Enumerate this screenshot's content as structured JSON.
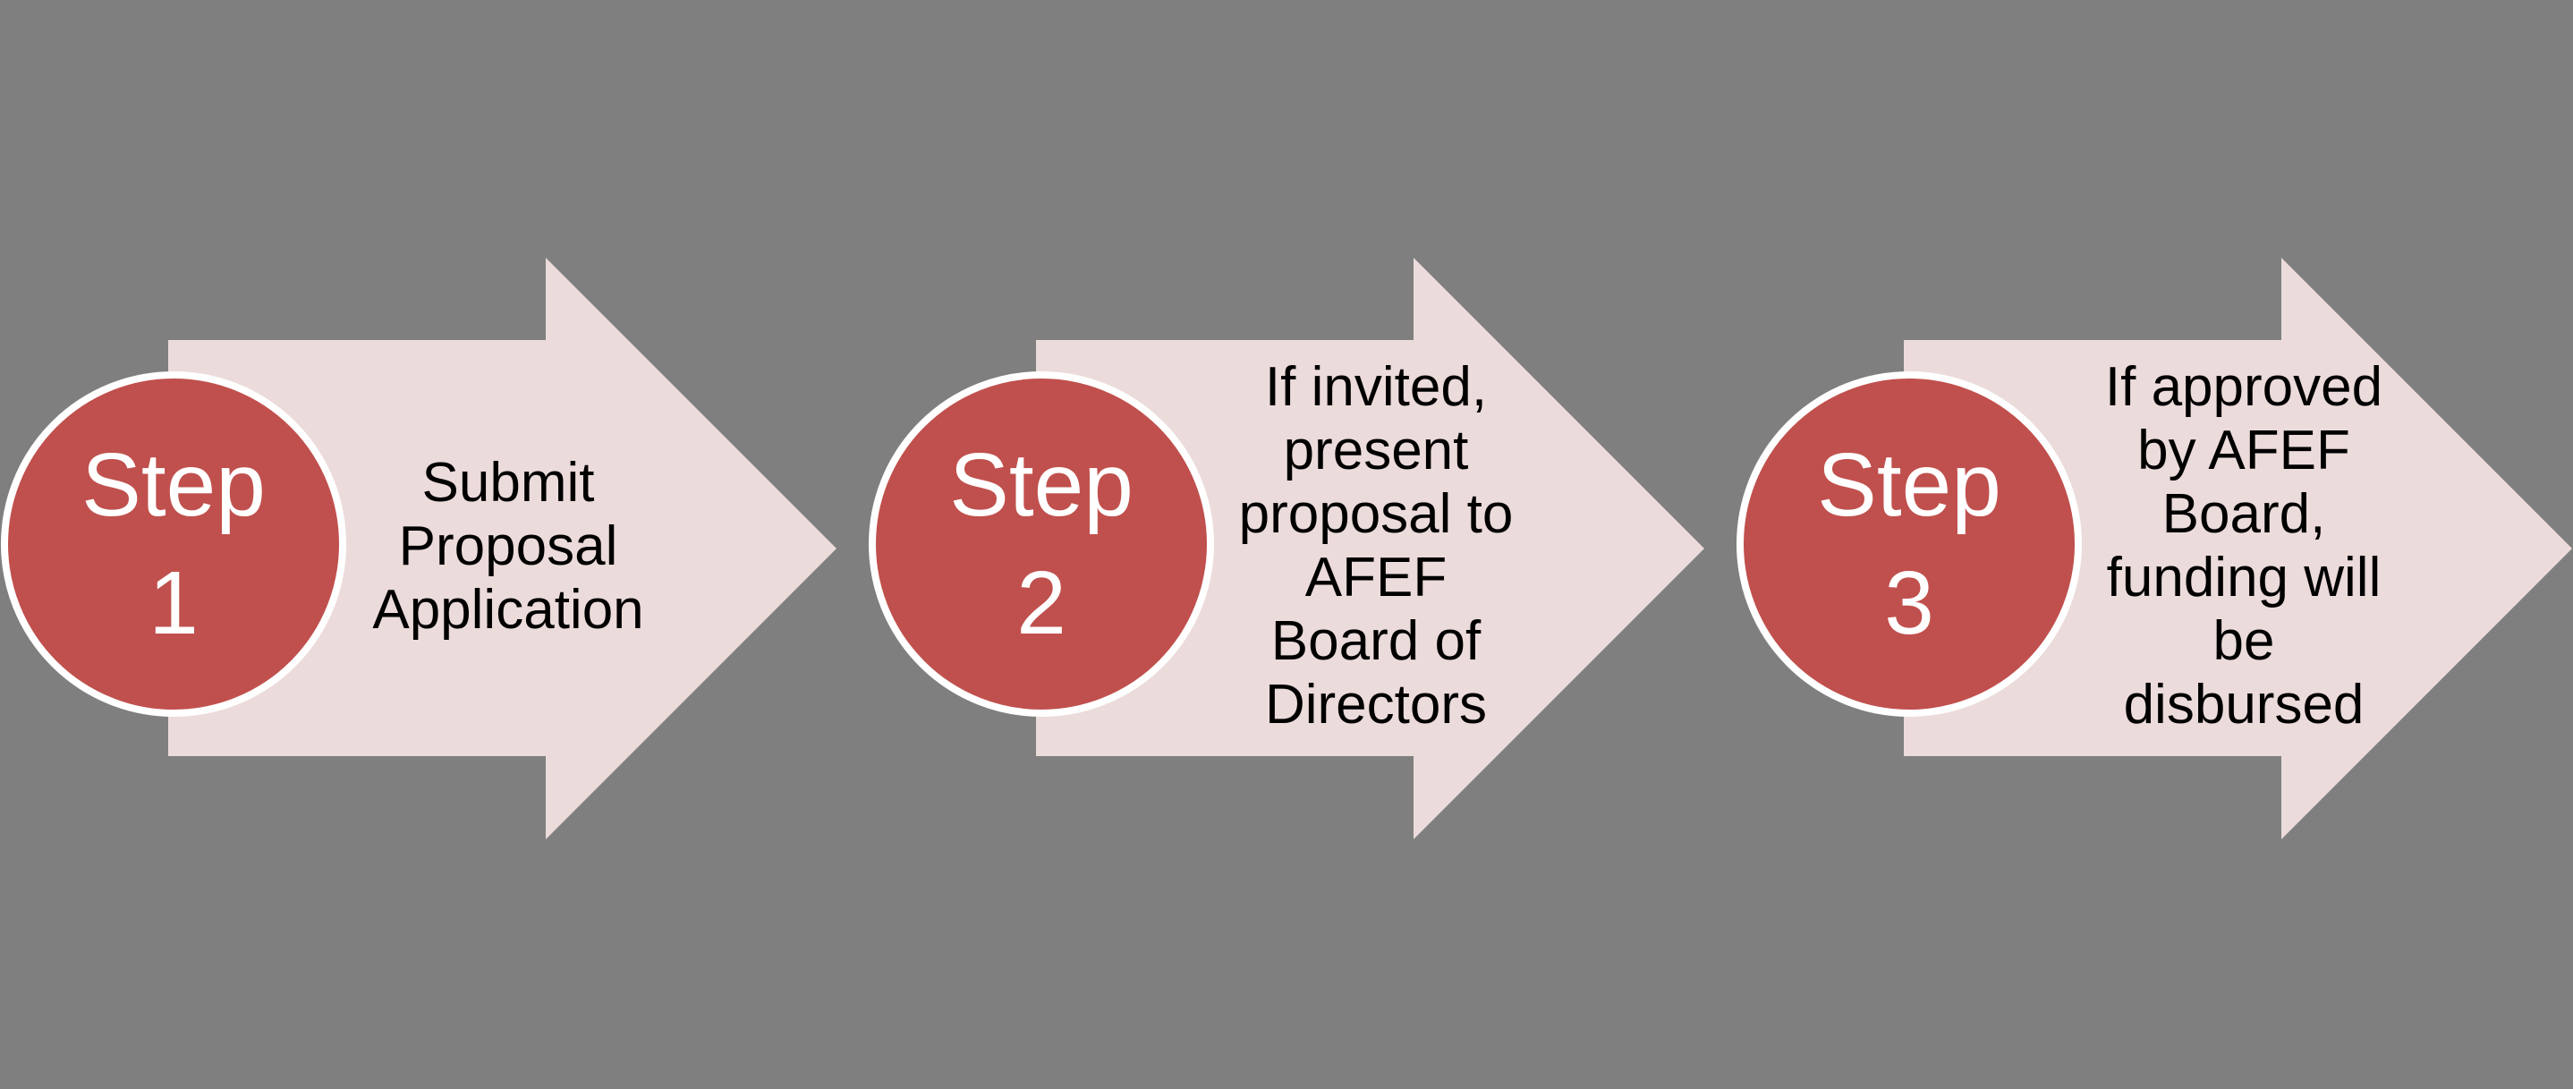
{
  "diagram": {
    "type": "process-arrows",
    "steps": [
      {
        "label": "Step",
        "number": "1",
        "description": "Submit\nProposal\nApplication"
      },
      {
        "label": "Step",
        "number": "2",
        "description": "If invited,\npresent\nproposal to\nAFEF\nBoard of\nDirectors"
      },
      {
        "label": "Step",
        "number": "3",
        "description": "If approved\nby AFEF\nBoard,\nfunding will\nbe\ndisbursed"
      }
    ]
  },
  "colors": {
    "bg": "#7f7f7f",
    "arrow": "#ecdbdb",
    "circle": "#c0504d",
    "circle-border": "#ffffff",
    "text": "#000000",
    "circle-text": "#ffffff"
  }
}
